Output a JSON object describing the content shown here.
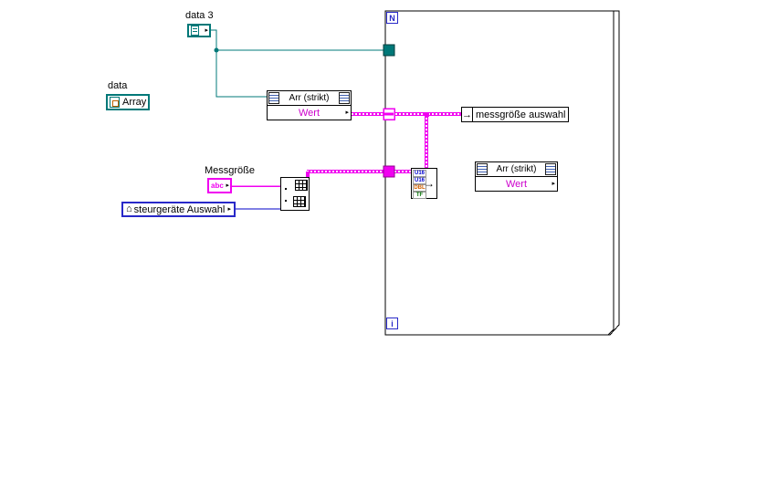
{
  "window": {
    "background": "#ffffff"
  },
  "colors": {
    "refnum_teal": "#007878",
    "string_pink": "#f000f0",
    "property_magenta": "#cc00cc",
    "loop_border": "#000000",
    "terminal_blue": "#2828c8",
    "enum_wire_blue": "#0000c8",
    "dbl_orange": "#d06000",
    "bool_green": "#007000"
  },
  "labels": {
    "data3": "data 3",
    "data": "data",
    "messgroesse": "Messgröße"
  },
  "icons": {
    "terminal_arrow": "▸",
    "write_arrow": "→",
    "cluster_arrow": "→",
    "house": "⌂"
  },
  "nodes": {
    "array_terminal": {
      "label": "Array"
    },
    "string_terminal": {
      "text": "abc"
    },
    "steuer_control": {
      "label": "steurgeräte Auswahl"
    },
    "property_node_outer": {
      "title": "Arr (strikt)",
      "property": "Wert"
    },
    "property_node_inner": {
      "title": "Arr (strikt)",
      "property": "Wert"
    },
    "local_variable": {
      "label": "messgröße auswahl"
    },
    "cluster_node": {
      "rows": [
        "U16",
        "U16",
        "DBL",
        "TF"
      ]
    }
  },
  "loop": {
    "count": "N",
    "iteration": "i"
  }
}
